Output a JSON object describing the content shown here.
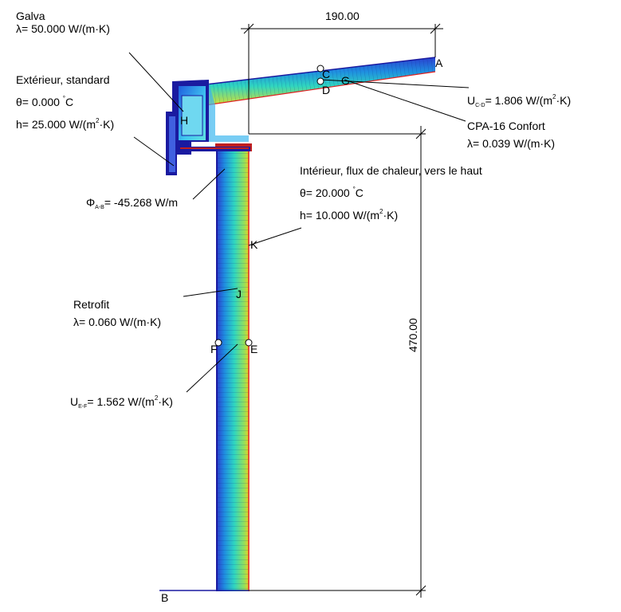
{
  "materials": {
    "galva": {
      "name": "Galva",
      "lambda_prefix": "λ= ",
      "lambda": "50.000 W/(m·K)"
    },
    "retrofit": {
      "name": "Retrofit",
      "lambda_prefix": "λ= ",
      "lambda": "0.060 W/(m·K)"
    },
    "cpa": {
      "name": "CPA-16 Confort",
      "lambda_prefix": "λ= ",
      "lambda": "0.039 W/(m·K)"
    }
  },
  "boundaries": {
    "exterior": {
      "name": "Extérieur, standard",
      "theta_prefix": "θ= ",
      "theta": "0.000",
      "theta_unit": "C",
      "deg": "°",
      "h_prefix": "h= ",
      "h": "25.000 W/(m",
      "h_exp": "2",
      "h_tail": "·K)"
    },
    "interior": {
      "name": "Intérieur, flux de chaleur, vers le haut",
      "theta_prefix": "θ= ",
      "theta": "20.000",
      "theta_unit": "C",
      "deg": "°",
      "h_prefix": "h= ",
      "h": "10.000 W/(m",
      "h_exp": "2",
      "h_tail": "·K)"
    }
  },
  "results": {
    "phi": {
      "symbol": "Φ",
      "sub": "A-B",
      "value": "= -45.268 W/m"
    },
    "u_cd": {
      "symbol": "U",
      "sub": "C-D",
      "value": "= 1.806 W/(m",
      "exp": "2",
      "tail": "·K)"
    },
    "u_ef": {
      "symbol": "U",
      "sub": "E-F",
      "value": "= 1.562 W/(m",
      "exp": "2",
      "tail": "·K)"
    }
  },
  "dimensions": {
    "horizontal": "190.00",
    "vertical": "470.00"
  },
  "points": {
    "A": "A",
    "B": "B",
    "C": "C",
    "D": "D",
    "E": "E",
    "F": "F",
    "G": "G",
    "H": "H",
    "J": "J",
    "K": "K"
  },
  "colors": {
    "exterior_edge": "#1a1aa0",
    "interior_edge": "#e02020",
    "cold": "#1f4fd8",
    "mid": "#2fd6c0",
    "warm": "#d8e020"
  }
}
